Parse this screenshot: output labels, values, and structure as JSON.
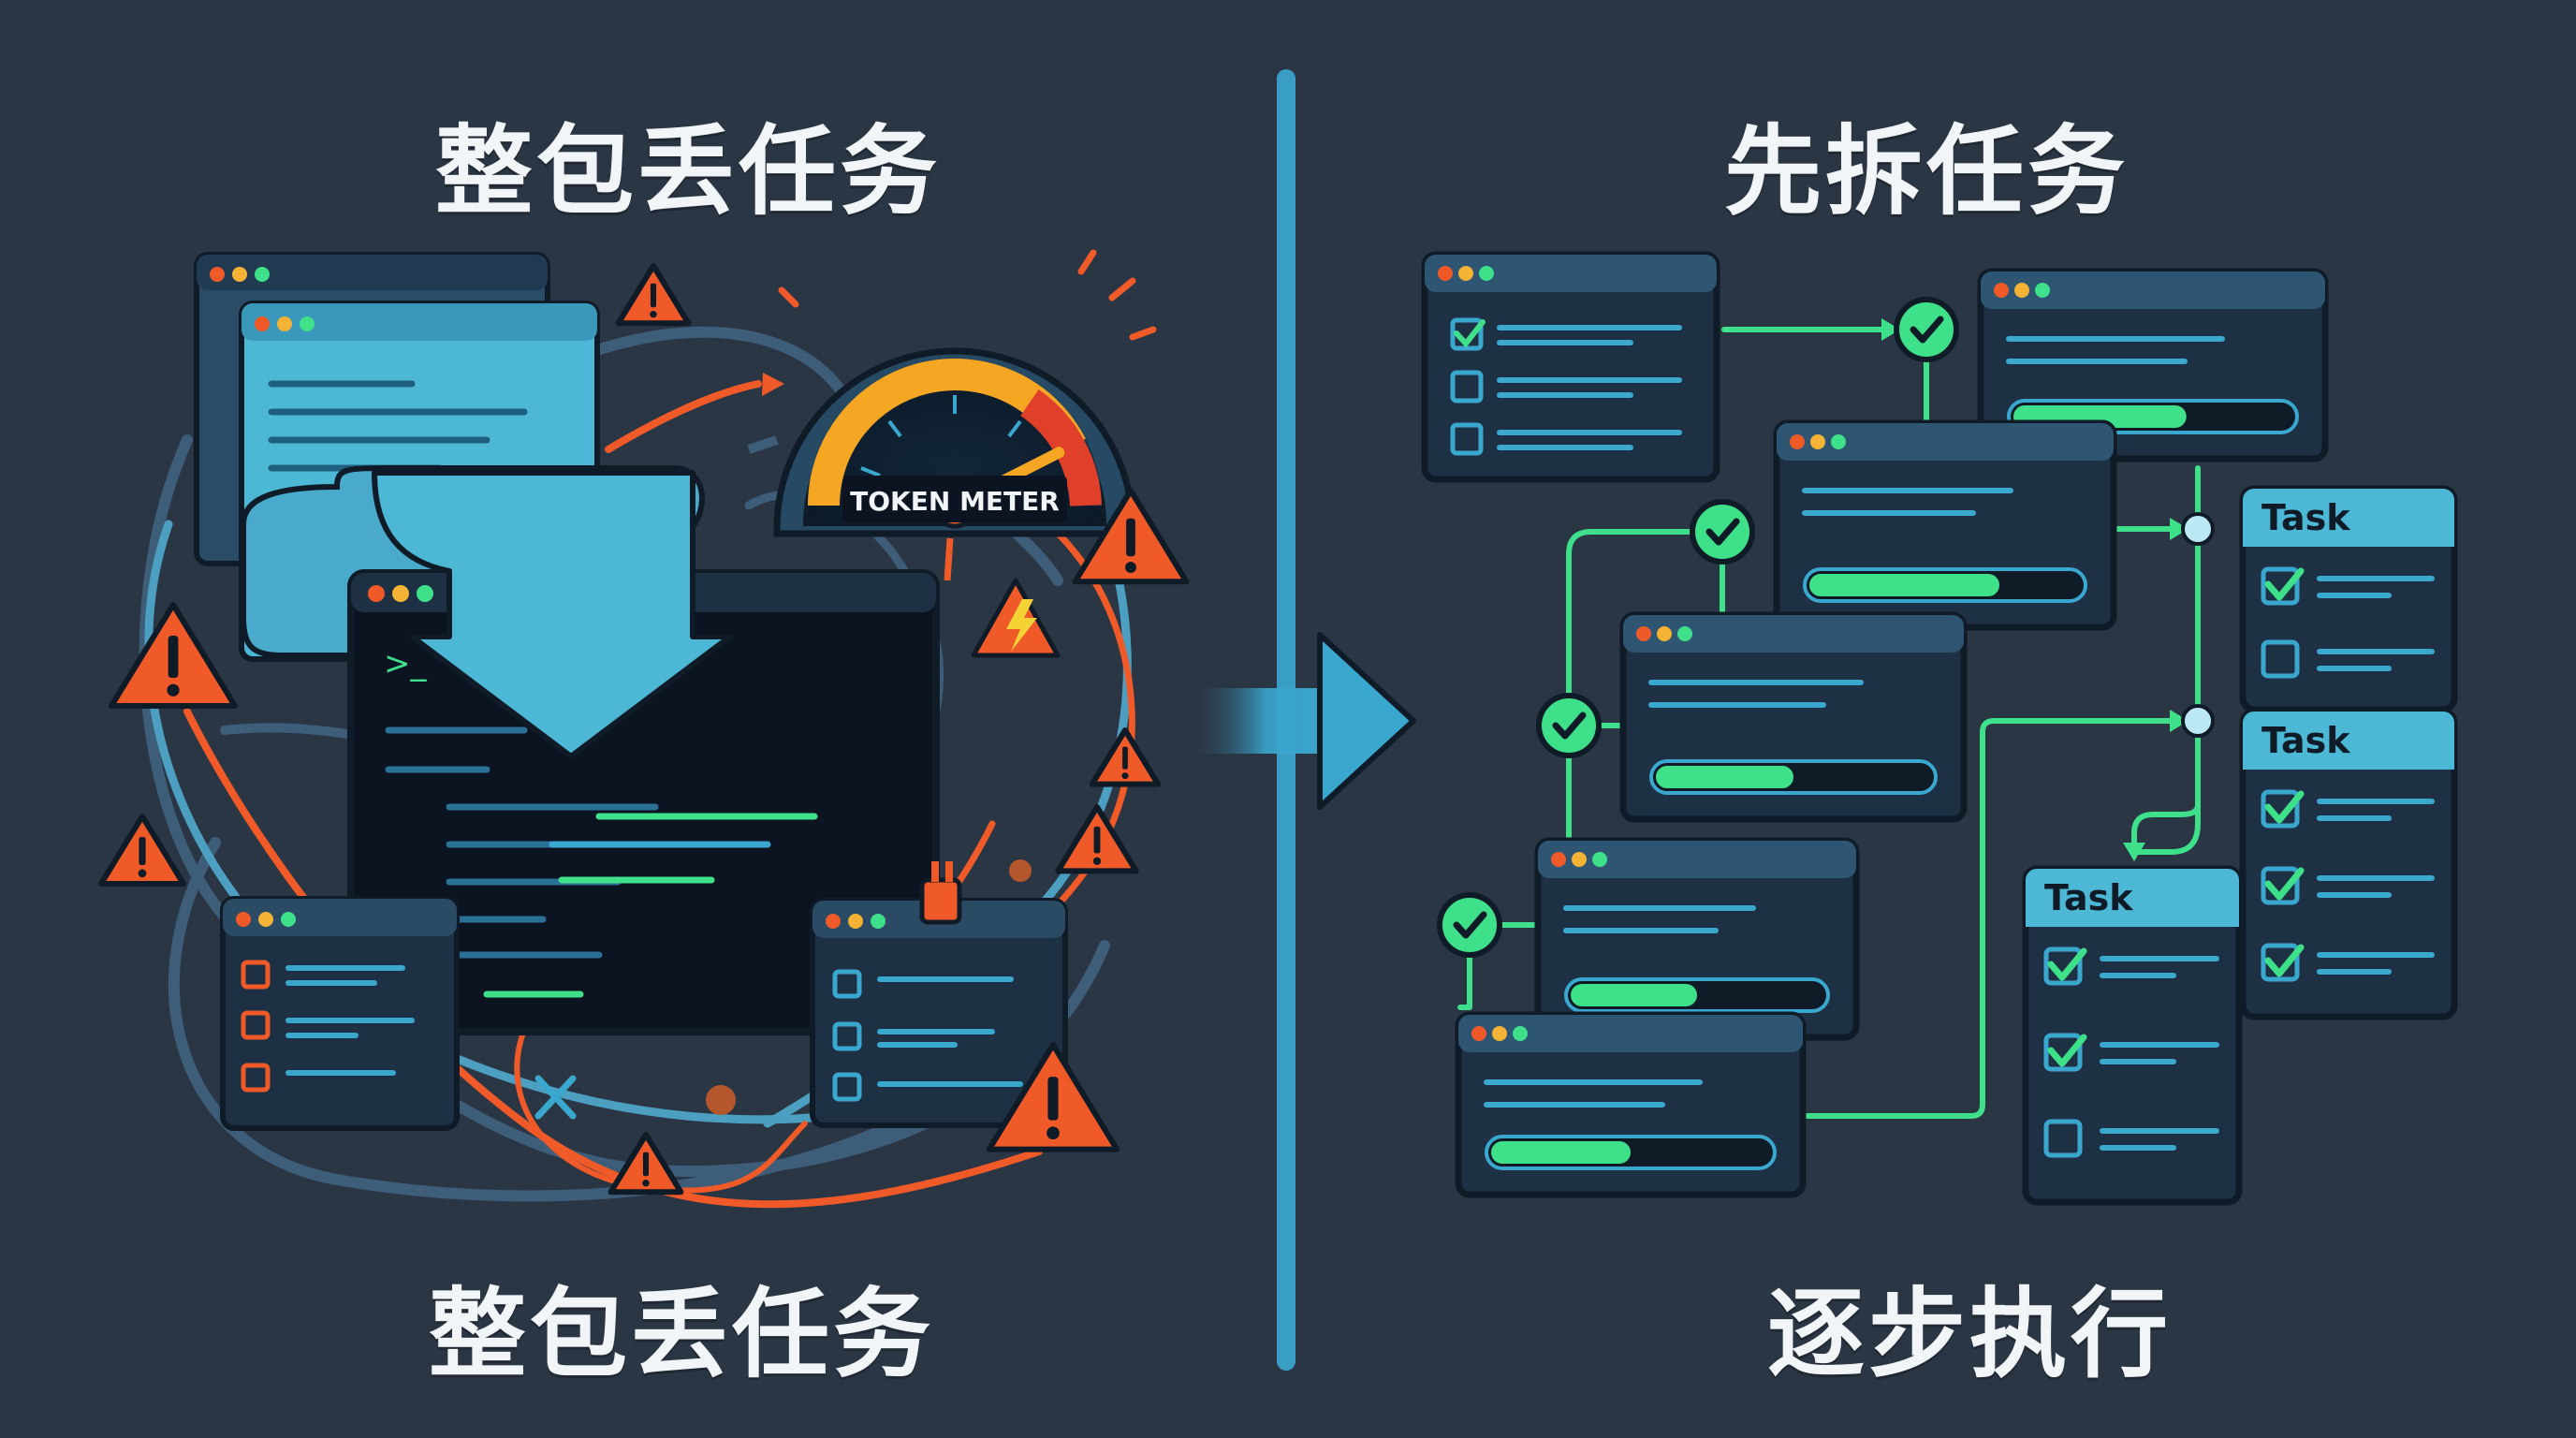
{
  "headings": {
    "left_top": "整包丢任务",
    "right_top": "先拆任务",
    "left_bottom": "整包丢任务",
    "right_bottom": "逐步执行"
  },
  "gauge": {
    "label": "TOKEN METER",
    "level": 0.85
  },
  "cards": {
    "task_label": "Task"
  },
  "progress": [
    0.62,
    0.7,
    0.5,
    0.5,
    0.5
  ],
  "task_checks": {
    "top": [
      true,
      false
    ],
    "middle": [
      true,
      true,
      true
    ],
    "bottom": [
      true,
      true,
      false
    ]
  },
  "icons": {
    "warning": "warning-triangle-icon",
    "check": "check-circle-icon",
    "lightning": "lightning-icon",
    "arrow": "right-arrow-icon",
    "close": "x-mark-icon"
  },
  "colors": {
    "background": "#2b3645",
    "window": "#1e3044",
    "window_light": "#4db7d6",
    "terminal": "#0b1420",
    "accent_green": "#3ee08a",
    "accent_orange": "#f05a28",
    "warning": "#f05a28",
    "divider": "#3a9ec4"
  }
}
